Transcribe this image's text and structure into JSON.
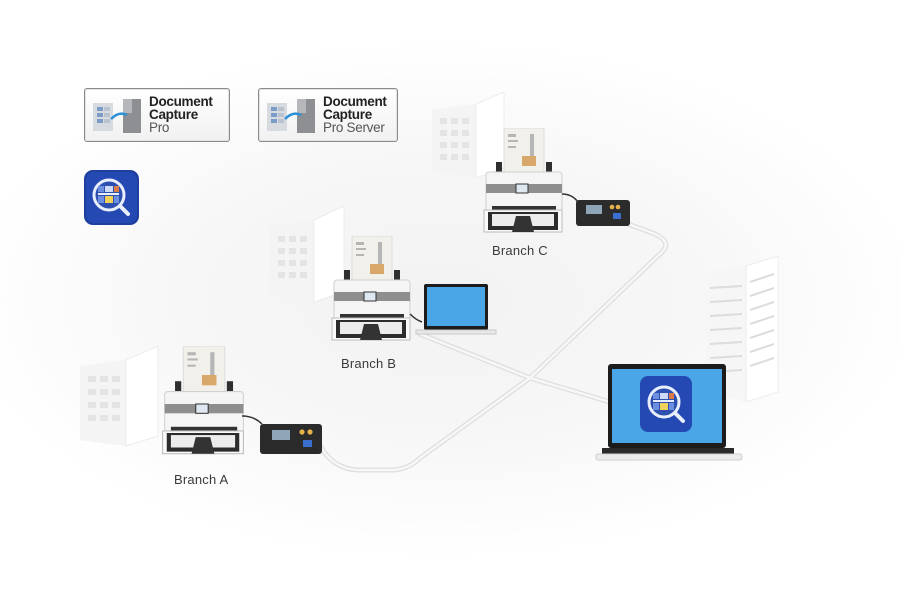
{
  "diagram": {
    "title": "Distributed scanning network with Document Capture Pro Server",
    "software_badges": [
      {
        "line1": "Document",
        "line2": "Capture",
        "line3": "Pro"
      },
      {
        "line1": "Document",
        "line2": "Capture",
        "line3": "Pro Server"
      }
    ],
    "app_icon": "document-capture-pro-server-icon",
    "branches": [
      {
        "label": "Branch A",
        "devices": [
          "building",
          "document-scanner",
          "network-interface-panel"
        ]
      },
      {
        "label": "Branch B",
        "devices": [
          "building",
          "document-scanner",
          "laptop"
        ]
      },
      {
        "label": "Branch C",
        "devices": [
          "building",
          "document-scanner",
          "network-interface-panel"
        ]
      }
    ],
    "server_site": {
      "devices": [
        "server-building",
        "laptop-with-server-app"
      ]
    },
    "colors": {
      "app_icon_blue": "#1e3f9e",
      "laptop_screen": "#4aa6e6",
      "network_line": "#e2e2e2",
      "panel_dark": "#2b2b2b"
    }
  }
}
